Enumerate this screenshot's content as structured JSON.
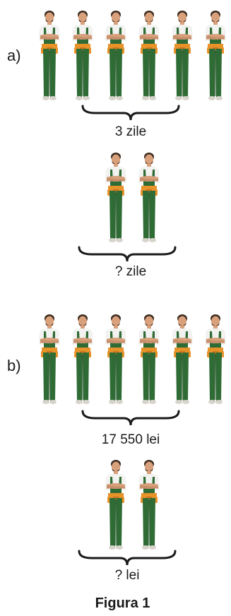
{
  "figure": {
    "caption": "Figura 1"
  },
  "parts": [
    {
      "label": "a)",
      "top_group": {
        "worker_count": 6,
        "brace_text": "3 zile"
      },
      "bottom_group": {
        "worker_count": 2,
        "brace_text": "? zile"
      }
    },
    {
      "label": "b)",
      "top_group": {
        "worker_count": 6,
        "brace_text": "17 550 lei"
      },
      "bottom_group": {
        "worker_count": 2,
        "brace_text": "? lei"
      }
    }
  ],
  "colors": {
    "overalls": "#2f6b35",
    "overalls_dark": "#244f28",
    "tool_belt": "#e8922a",
    "shirt": "#f2f2f0",
    "skin": "#d9a07c",
    "hair": "#3a2a1e",
    "shoe": "#d8d4cc",
    "brace": "#1a1a1a"
  }
}
